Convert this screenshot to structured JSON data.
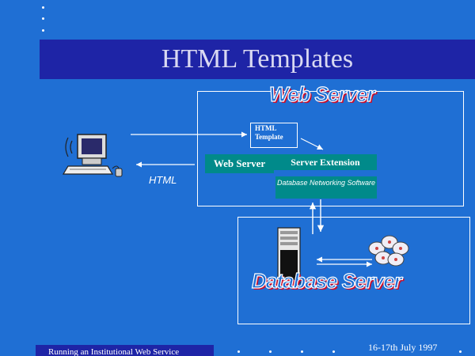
{
  "slide": {
    "title": "HTML Templates",
    "web_server_label": "Web Server",
    "database_server_label": "Database Server",
    "html_template_label": "HTML Template",
    "web_server_cell": "Web Server",
    "server_extension_cell": "Server Extension",
    "db_software_cell": "Database Networking Software",
    "html_arrow_label": "HTML"
  },
  "footer": {
    "left_text": "Running an Institutional Web Service",
    "right_text": "16-17th July 1997"
  },
  "icons": [
    "desktop-computer-icon",
    "server-tower-icon",
    "database-discs-icon",
    "bullet-dot-icon"
  ],
  "colors": {
    "background": "#1f6fd4",
    "title_bar": "#1e24a6",
    "box_fill": "#008a8a",
    "outline_text_shadow": "#c8102e"
  }
}
